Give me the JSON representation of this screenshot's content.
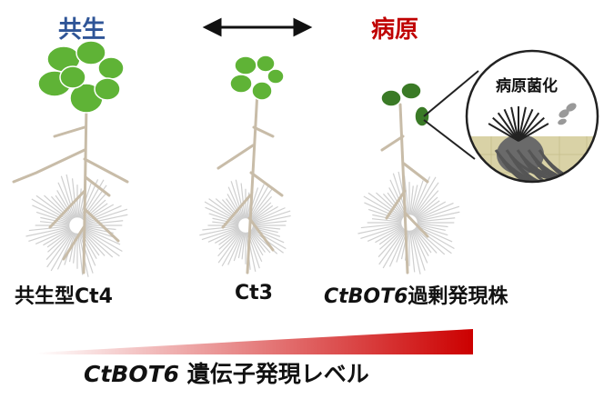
{
  "header": {
    "left_label": "共生",
    "left_color": "#2f5597",
    "right_label": "病原",
    "right_color": "#c00000"
  },
  "panels": {
    "left_caption": "共生型Ct4",
    "middle_caption": "Ct3",
    "right_caption_gene": "CtBOT6",
    "right_caption_rest": "過剰発現株",
    "inset_label": "病原菌化"
  },
  "gradient": {
    "gene": "CtBOT6",
    "rest": " 遺伝子発現レベル",
    "start_color": "#ffffff",
    "end_color": "#cc0000"
  },
  "colors": {
    "leaf": "#5fb336",
    "leaf_dark": "#3a7a26",
    "root": "#c8bca8",
    "root_ball": "#cfcfcf",
    "soil": "#d9d2a6",
    "fungus": "#555555"
  },
  "icons": {
    "arrow": "double-headed-arrow-icon"
  }
}
